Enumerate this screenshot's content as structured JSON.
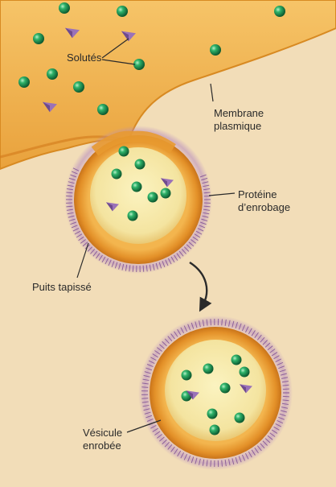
{
  "labels": {
    "solutes": "Solutés",
    "membrane_line1": "Membrane",
    "membrane_line2": "plasmique",
    "protein_line1": "Protéine",
    "protein_line2": "d’enrobage",
    "pit": "Puits tapissé",
    "vesicle_line1": "Vésicule",
    "vesicle_line2": "enrobée"
  },
  "colors": {
    "background": "#f2ddb8",
    "membrane": "#f0b04a",
    "membrane_edge": "#e08a1e",
    "vesicle_interior": "#f6eaa8",
    "coat_protein": "#8a5a9a",
    "solute_sphere": "#1f9a58",
    "solute_pyramid": "#8a63a6"
  },
  "icons": {
    "sphere": "green-sphere-solute-icon",
    "pyramid": "purple-pyramid-solute-icon",
    "arrow": "curved-arrow-icon"
  }
}
